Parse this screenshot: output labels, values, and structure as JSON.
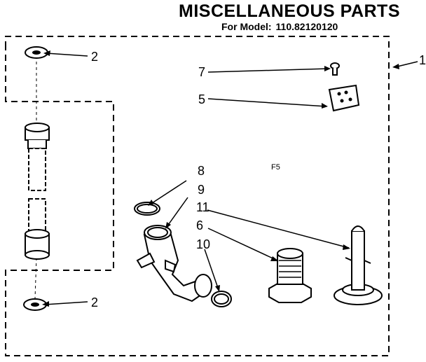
{
  "header": {
    "title": "MISCELLANEOUS PARTS",
    "model_label": "For Model:",
    "model_number": "110.82120120"
  },
  "diagram": {
    "figure_code": "F5",
    "callouts": {
      "assembly": "1",
      "washer_top": "2",
      "washer_bottom": "2",
      "screw": "7",
      "clip": "5",
      "ring": "8",
      "elbow": "9",
      "pin": "11",
      "foot": "6",
      "clamp": "10"
    }
  }
}
